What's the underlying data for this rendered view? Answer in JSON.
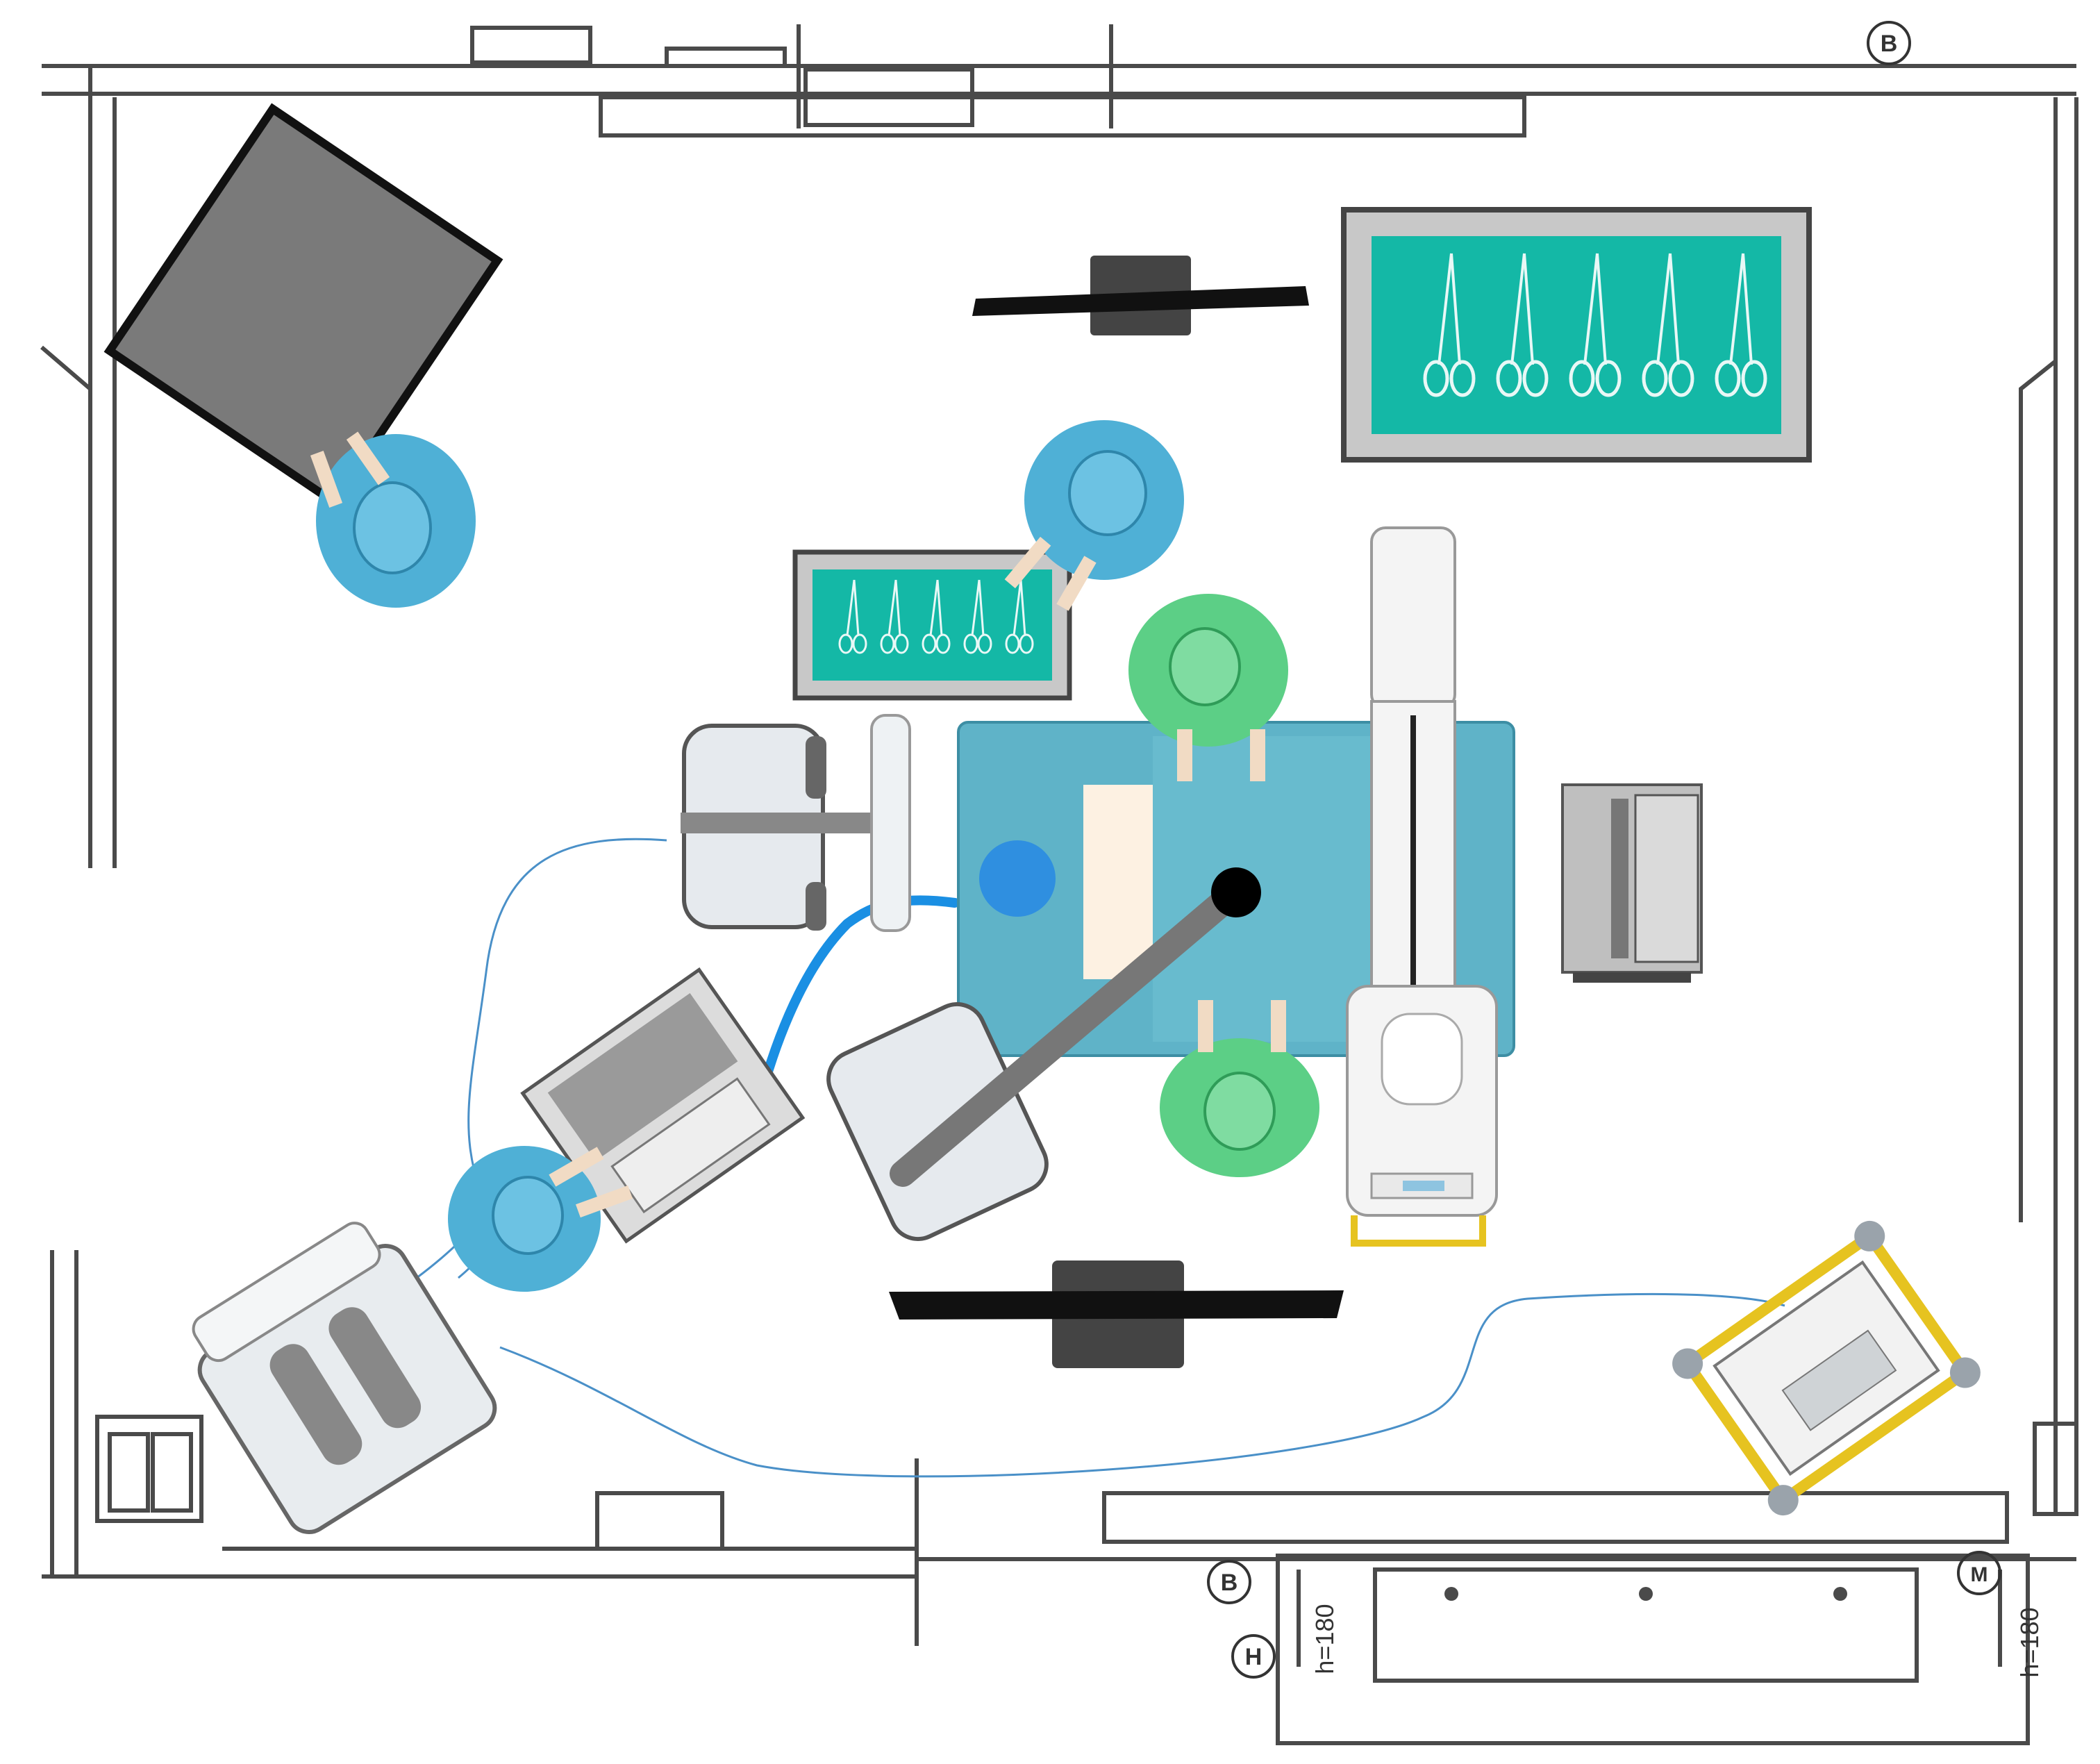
{
  "plan": {
    "grid_markers": [
      "B",
      "B",
      "H",
      "M"
    ],
    "dimension_labels": [
      "h=180",
      "h=180"
    ],
    "colors": {
      "wall": "#4a4a4a",
      "floor": "#ffffff",
      "drape": "#5fb3c8",
      "scrub_blue": "#4fb0d6",
      "scrub_green": "#5ccf86",
      "tray_teal": "#14b8a6",
      "cable": "#4a90c8",
      "cable_bold": "#1a8fe3",
      "yellow_frame": "#e6c320",
      "screen_black": "#111111",
      "cabinet_gray": "#7a7a7a"
    }
  }
}
